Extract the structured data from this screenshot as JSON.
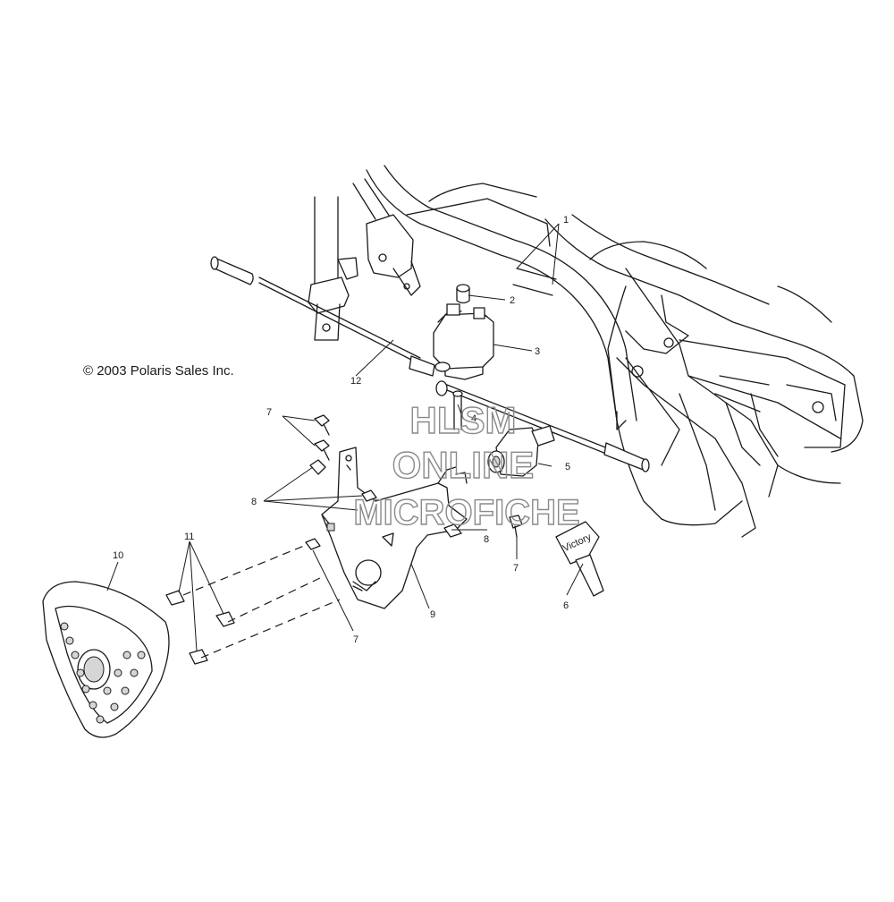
{
  "copyright": "© 2003 Polaris Sales Inc.",
  "watermark": [
    "HLSM",
    "ONLINE",
    "MICROFICHE"
  ],
  "key_brand": "Victory",
  "callouts": {
    "c1": "1",
    "c2": "2",
    "c3": "3",
    "c4": "4",
    "c5": "5",
    "c6": "6",
    "c7a": "7",
    "c7b": "7",
    "c7c": "7",
    "c8a": "8",
    "c8b": "8",
    "c9": "9",
    "c10": "10",
    "c11": "11",
    "c12": "12"
  },
  "colors": {
    "line": "#1a1a1a",
    "watermark": "#8a8a8a",
    "shade": "#d6d6d6",
    "background": "#ffffff"
  }
}
